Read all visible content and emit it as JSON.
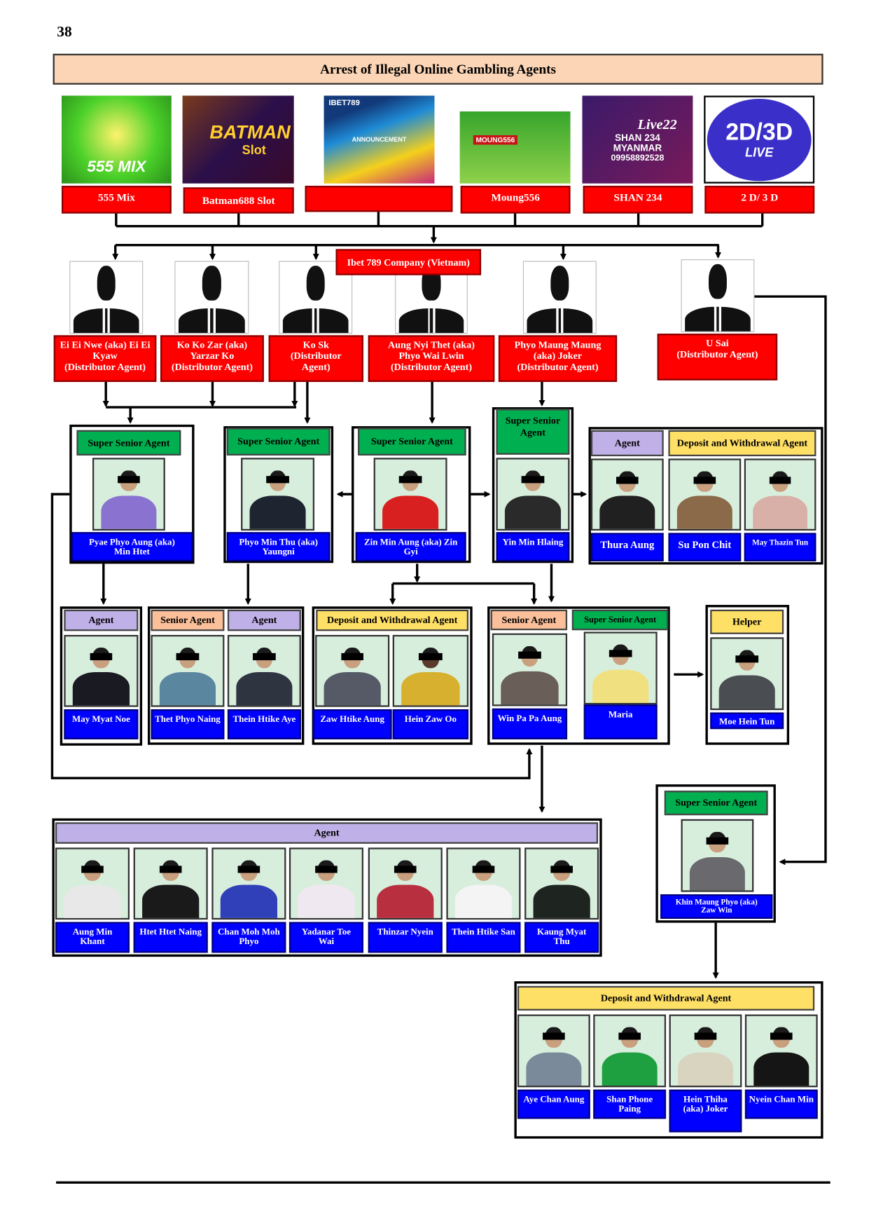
{
  "page_number": "38",
  "title": "Arrest of Illegal Online Gambling Agents",
  "platforms": [
    {
      "label": "555 Mix",
      "logo_text": "555 MIX"
    },
    {
      "label": "Batman688 Slot",
      "logo_text": "BATMAN",
      "logo_sub": "Slot"
    },
    {
      "label": "",
      "logo_text": "IBET789",
      "logo_sub": "ANNOUNCEMENT"
    },
    {
      "label": "Moung556",
      "logo_text": "MOUNG556"
    },
    {
      "label": "SHAN 234",
      "logo_brand": "Live22",
      "logo_text": "SHAN 234\nMYANMAR",
      "logo_phone": "09958892528"
    },
    {
      "label": "2 D/ 3 D",
      "logo_text": "2D/3D",
      "logo_sub": "LIVE"
    }
  ],
  "company": "Ibet 789 Company (Vietnam)",
  "distributors": [
    "Ei Ei Nwe (aka) Ei Ei\nKyaw\n(Distributor Agent)",
    "Ko Ko Zar (aka)\nYarzar Ko\n(Distributor Agent)",
    "Ko Sk\n(Distributor\nAgent)",
    "Aung Nyi Thet (aka)\nPhyo Wai Lwin\n(Distributor Agent)",
    "Phyo Maung Maung\n(aka) Joker\n(Distributor Agent)",
    "U Sai\n(Distributor Agent)"
  ],
  "roles": {
    "super_senior": "Super Senior Agent",
    "super_senior_wrapped": "Super Senior\nAgent",
    "senior": "Senior Agent",
    "agent": "Agent",
    "deposit_withdrawal": "Deposit and Withdrawal Agent",
    "helper": "Helper"
  },
  "row2": {
    "a": "Pyae Phyo Aung (aka)\nMin Htet",
    "b": "Phyo Min Thu (aka)\nYaungni",
    "c": "Zin Min Aung (aka) Zin\nGyi",
    "d": "Yin Min Hlaing",
    "e": [
      "Thura Aung",
      "Su Pon Chit",
      "May Thazin Tun"
    ]
  },
  "row3": {
    "f": "May Myat Noe",
    "g": [
      "Thet Phyo Naing",
      "Thein Htike Aye"
    ],
    "h": [
      "Zaw Htike Aung",
      "Hein Zaw Oo"
    ],
    "i": [
      "Win Pa Pa Aung",
      "Maria"
    ],
    "j": "Moe Hein Tun"
  },
  "agents_group": [
    "Aung Min\nKhant",
    "Htet Htet Naing",
    "Chan Moh Moh\nPhyo",
    "Yadanar Toe\nWai",
    "Thinzar Nyein",
    "Thein Htike San",
    "Kaung Myat\nThu"
  ],
  "khin": "Khin Maung Phyo (aka)\nZaw Win",
  "dw_group": [
    "Aye Chan Aung",
    "Shan Phone Paing",
    "Hein Thiha\n(aka) Joker",
    "Nyein Chan Min"
  ]
}
